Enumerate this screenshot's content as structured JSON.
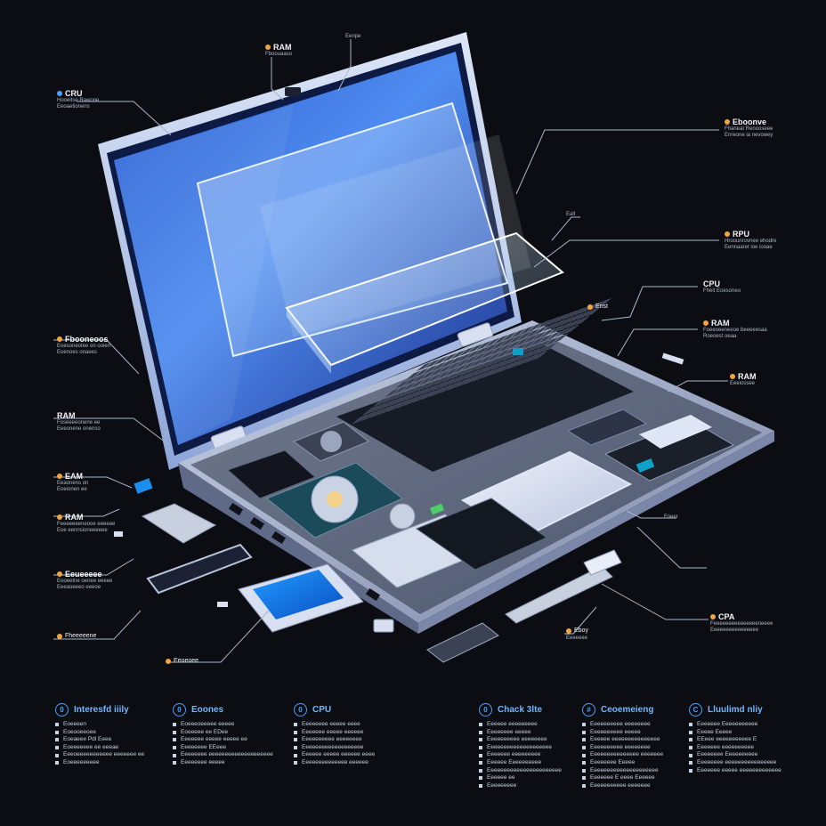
{
  "callouts": [
    {
      "title": "RAM",
      "lines": [
        "Fboouaaso"
      ],
      "dot": true
    },
    {
      "title": "Eenpe",
      "lines": [],
      "dot": false
    },
    {
      "title": "CRU",
      "lines": [
        "Hooeitse Rawone",
        "Eeoaetionens"
      ],
      "dot": false
    },
    {
      "title": "Eboonve",
      "lines": [
        "Fhaneat Renooseee",
        "Enreone ia nevowey"
      ],
      "dot": true
    },
    {
      "title": "Ealt",
      "lines": [],
      "dot": false
    },
    {
      "title": "RPU",
      "lines": [
        "Hroounrovnee ehodre",
        "Eennaaret ioe iooae"
      ],
      "dot": true
    },
    {
      "title": "Fbooneoos",
      "lines": [
        "Eoesoneotee on ooien",
        "Eoenoes onaees"
      ],
      "dot": true
    },
    {
      "title": "CPU",
      "lines": [
        "Fheit Eoesoneo"
      ],
      "dot": false
    },
    {
      "title": "Enst",
      "lines": [],
      "dot": true
    },
    {
      "title": "RAM",
      "lines": [
        "Foeeoeeneeoe beeeeesaa",
        "Roeoest oeaa"
      ],
      "dot": true
    },
    {
      "title": "RAM",
      "lines": [
        "Foseeeeonene ee",
        "Eeeonene onenso"
      ],
      "dot": false
    },
    {
      "title": "RAM",
      "lines": [
        "Eeeiossee"
      ],
      "dot": true
    },
    {
      "title": "EAM",
      "lines": [
        "Eeaonens on",
        "Eoeionen ee"
      ],
      "dot": true
    },
    {
      "title": "RAM",
      "lines": [
        "Feeeeeeeneooe eeeeee",
        "Eoe eennsioneeeeee"
      ],
      "dot": true
    },
    {
      "title": "Foeer",
      "lines": [],
      "dot": false
    },
    {
      "title": "Eeueeeee",
      "lines": [
        "Eooeetne oenee eeeee",
        "Eeeaoeeeo eeeoe"
      ],
      "dot": true
    },
    {
      "title": "Fheeeeene",
      "lines": [],
      "dot": true
    },
    {
      "title": "Eeoeoee",
      "lines": [],
      "dot": true
    },
    {
      "title": "Eboy",
      "lines": [
        "Eeeeeee"
      ],
      "dot": true
    },
    {
      "title": "CPA",
      "lines": [
        "Feeeeeeeeeeeeeeeneeee",
        "Eeeeeeeeeeeeeeee"
      ],
      "dot": true
    }
  ],
  "legend": [
    {
      "num": "0",
      "title": "Interesfd iiily",
      "items": [
        "Eoeeeen",
        "Eoeooeeoee",
        "Eoeaeee Pdl Eeee",
        "Eoeeeeeee ee eeeae",
        "Eeeoeeeeeeeeeee eeeeeee ee",
        "Eoeeeeeeeee"
      ]
    },
    {
      "num": "0",
      "title": "Eoones",
      "items": [
        "Eoeeeoeeeee eeeee",
        "Eoeeeee ee EDee",
        "Eeeeeee eeeee eeeee ee",
        "Eeeeeeee EEeee",
        "Eeeeeeee eeeeeeeeeeeeeeeeeeee",
        "Eeeeeeee eeeee"
      ]
    },
    {
      "num": "0",
      "title": "CPU",
      "items": [
        "Eeeeeeee eeeee eeee",
        "Eeeeeee eeeee eeeeee",
        "Eeeeeeeeee eeeeeeee",
        "Eeeeeeeeeeeeeeeeeee",
        "Eeeeee eeeee eeeeee eeee",
        "Eeeeeeeeeeeeee eeeeee"
      ]
    },
    {
      "num": "0",
      "title": "Chack 3lte",
      "items": [
        "Eeeeee eeeeeeeee",
        "Eeeeeeee eeeee",
        "Eeeeeeeeee eeeeeeee",
        "Eeeeeeeeeeeeeeeeeeee",
        "Eeeeeee eeeeeeeee",
        "Eeeeee Eeeeeeeeee",
        "Eeeeeeeeeeeeeeeeeeeeeee",
        "Eeeeee ee",
        "Eeeeeeeee"
      ]
    },
    {
      "num": "#",
      "title": "Ceoemeieng",
      "items": [
        "Eeeeeeeeee eeeeeeee",
        "Eeeeeeeeee eeeee",
        "Eeeeee eeeeeeeeeeeeeee",
        "Eeeeeeeeee eeeeeeee",
        "Eeeeeeeeeeeeeee eeeeeee",
        "Eeeeeeee Eeeee",
        "Eeeeeeeeeeeeeeeeeeeee",
        "Eeeeeee E eeee Eeeeee",
        "Eeeeeeeeeee eeeeeee"
      ]
    },
    {
      "num": "C",
      "title": "Lluulimd nliy",
      "items": [
        "Eeeeeee Eeeeeeeeeee",
        "Eeeee Eeeee",
        "EEeee eeeeeeeeeee E",
        "Eeeeeee eeeeeeeeee",
        "Eeeeeeee Eeeeeeeeee",
        "Eeeeeeee eeeeeeeeeeeeeeee",
        "Eeeeeee eeeee eeeeeeeeeeeee"
      ]
    }
  ]
}
